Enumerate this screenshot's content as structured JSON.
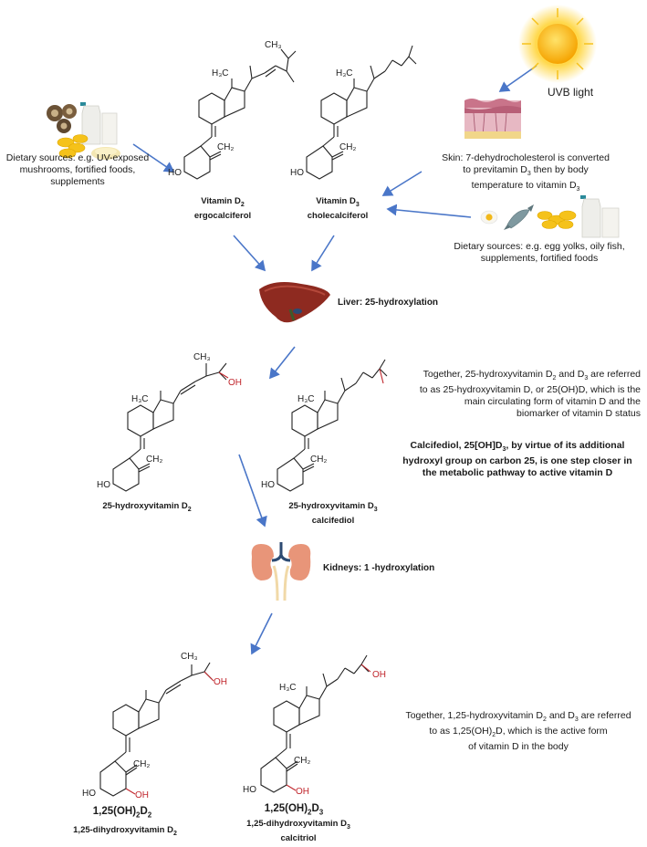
{
  "colors": {
    "arrow": "#4a76c8",
    "hydroxyl": "#c0262c",
    "sun": "#f5b400",
    "liver": "#8e2a20",
    "kidney": "#e89579",
    "ureter": "#2c4a72"
  },
  "icons": [
    "sun-icon",
    "skin-cross-section-icon",
    "mushrooms-icon",
    "milk-icon",
    "capsules-icon",
    "egg-icon",
    "fish-icon",
    "liver-icon",
    "kidneys-icon"
  ],
  "uvb": {
    "label": "UVB light"
  },
  "skin": {
    "line1": "Skin: 7-dehydrocholesterol is converted",
    "line2_a": "to previtamin D",
    "line2_sub": "3",
    "line2_b": " then by body",
    "line3_a": "temperature to vitamin D",
    "line3_sub": "3"
  },
  "diet_left": {
    "line1": "Dietary sources: e.g. UV-exposed",
    "line2": "mushrooms, fortified foods,",
    "line3": "supplements"
  },
  "diet_right": {
    "line1": "Dietary sources: e.g. egg yolks, oily fish,",
    "line2": "supplements, fortified foods"
  },
  "vitd2": {
    "name_a": "Vitamin D",
    "name_sub": "2",
    "name2": "ergocalciferol"
  },
  "vitd3": {
    "name_a": "Vitamin D",
    "name_sub": "3",
    "name2": "cholecalciferol"
  },
  "liver": {
    "label": "Liver: 25-hydroxylation"
  },
  "calcd2": {
    "name_a": "25-hydroxyvitamin D",
    "name_sub": "2"
  },
  "calcd3": {
    "name_a": "25-hydroxyvitamin D",
    "name_sub": "3",
    "name2": "calcifediol"
  },
  "note25": {
    "l1_a": "Together, 25-hydroxyvitamin D",
    "l1_s1": "2",
    "l1_b": " and D",
    "l1_s2": "3",
    "l1_c": " are referred",
    "l2": "to as 25-hydroxyvitamin D, or 25(OH)D, which is the",
    "l3": "main circulating form of vitamin D and the",
    "l4": "biomarker of vitamin D status"
  },
  "calcifediol_note": {
    "l1_a": "Calcifediol, 25[OH]D",
    "l1_s": "3",
    "l1_b": ", by virtue of its additional",
    "l2": "hydroxyl group on carbon 25, is one step closer in",
    "l3": "the metabolic pathway to active vitamin D"
  },
  "kidneys": {
    "label": "Kidneys: 1 -hydroxylation"
  },
  "note125": {
    "l1_a": "Together, 1,25-hydroxyvitamin D",
    "l1_s1": "2",
    "l1_b": " and D",
    "l1_s2": "3",
    "l1_c": " are referred",
    "l2": "to as 1,25(OH)",
    "l2_s": "2",
    "l2_b": "D, which is the active form",
    "l3": "of vitamin D in the body"
  },
  "dihydro_d2": {
    "short_a": "1,25(OH)",
    "short_s1": "2",
    "short_b": "D",
    "short_s2": "2",
    "name_a": "1,25-dihydroxyvitamin D",
    "name_s": "2"
  },
  "dihydro_d3": {
    "short_a": "1,25(OH)",
    "short_s1": "2",
    "short_b": "D",
    "short_s2": "3",
    "name_a": "1,25-dihydroxyvitamin D",
    "name_s": "3",
    "name2": "calcitriol"
  },
  "chem": {
    "h3c": "H₃C",
    "ch3": "CH₃",
    "ch2": "CH₂",
    "ho": "HO",
    "oh": "OH"
  }
}
